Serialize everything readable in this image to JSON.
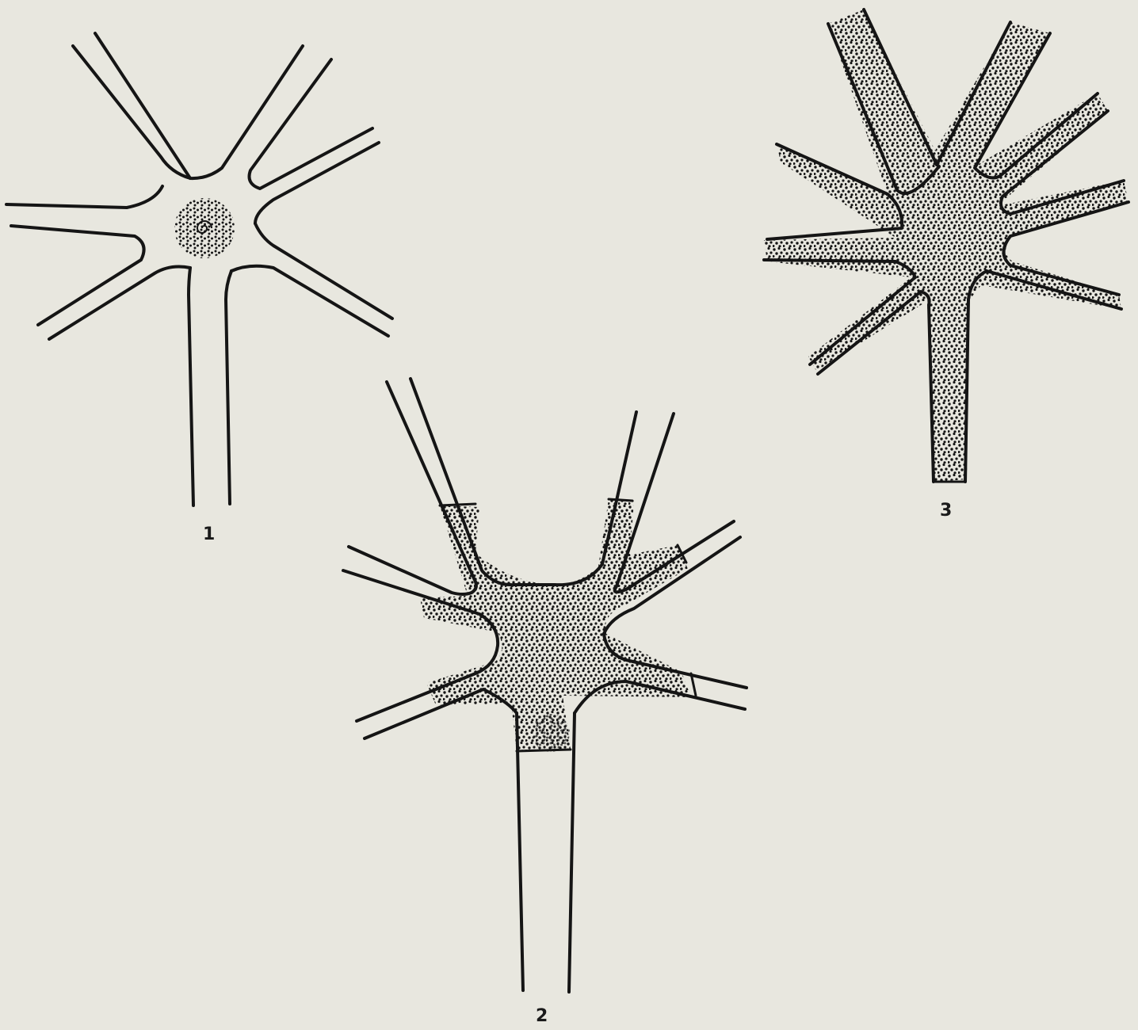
{
  "figures": [
    {
      "id": "1",
      "label": "1"
    },
    {
      "id": "2",
      "label": "2"
    },
    {
      "id": "3",
      "label": "3"
    }
  ],
  "colors": {
    "background": "#e8e7df",
    "ink": "#151515"
  }
}
